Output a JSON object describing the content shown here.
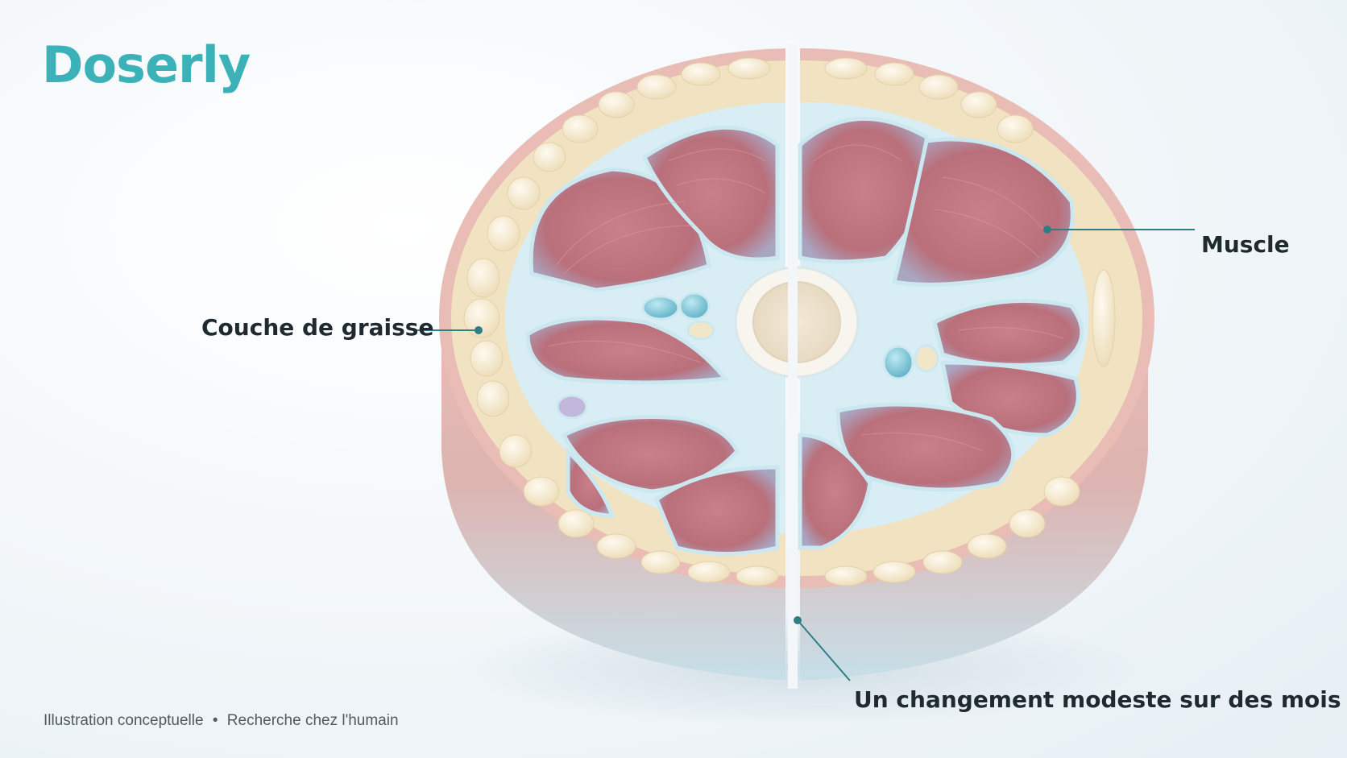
{
  "brand": {
    "logo_text": "Doserly",
    "accent_color": "#3bb1b8"
  },
  "labels": {
    "fat_layer": "Couche de graisse",
    "muscle": "Muscle",
    "change": "Un changement modeste sur des mois"
  },
  "footer": {
    "left": "Illustration conceptuelle",
    "separator": "•",
    "right": "Recherche chez l'humain"
  },
  "colors": {
    "leader_line": "#2f7e85",
    "muscle": "#b76a75",
    "fat": "#f4ead0",
    "fascia": "#bfe3ee",
    "skin": "#e7b7b0"
  }
}
